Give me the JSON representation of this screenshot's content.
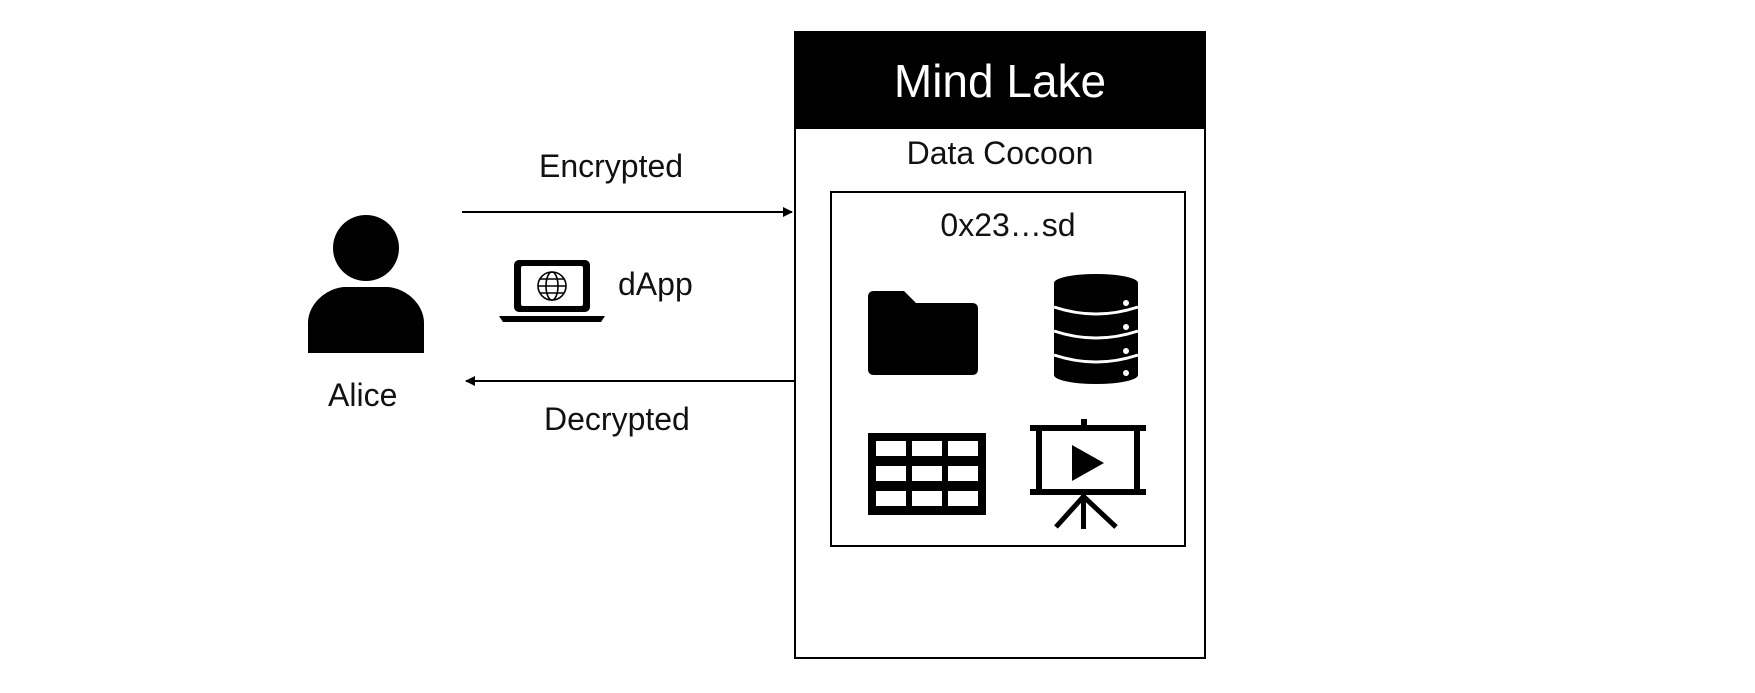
{
  "user": {
    "name": "Alice",
    "icon": "person-icon"
  },
  "client": {
    "label": "dApp",
    "icon": "laptop-globe-icon"
  },
  "arrows": {
    "outgoing_label": "Encrypted",
    "incoming_label": "Decrypted"
  },
  "mind_lake": {
    "title": "Mind Lake",
    "cocoon": {
      "title": "Data Cocoon",
      "address": "0x23…sd",
      "icons": [
        "folder-icon",
        "database-icon",
        "table-icon",
        "presentation-icon"
      ]
    }
  },
  "colors": {
    "foreground": "#000000",
    "background": "#ffffff",
    "header_text": "#ffffff"
  }
}
